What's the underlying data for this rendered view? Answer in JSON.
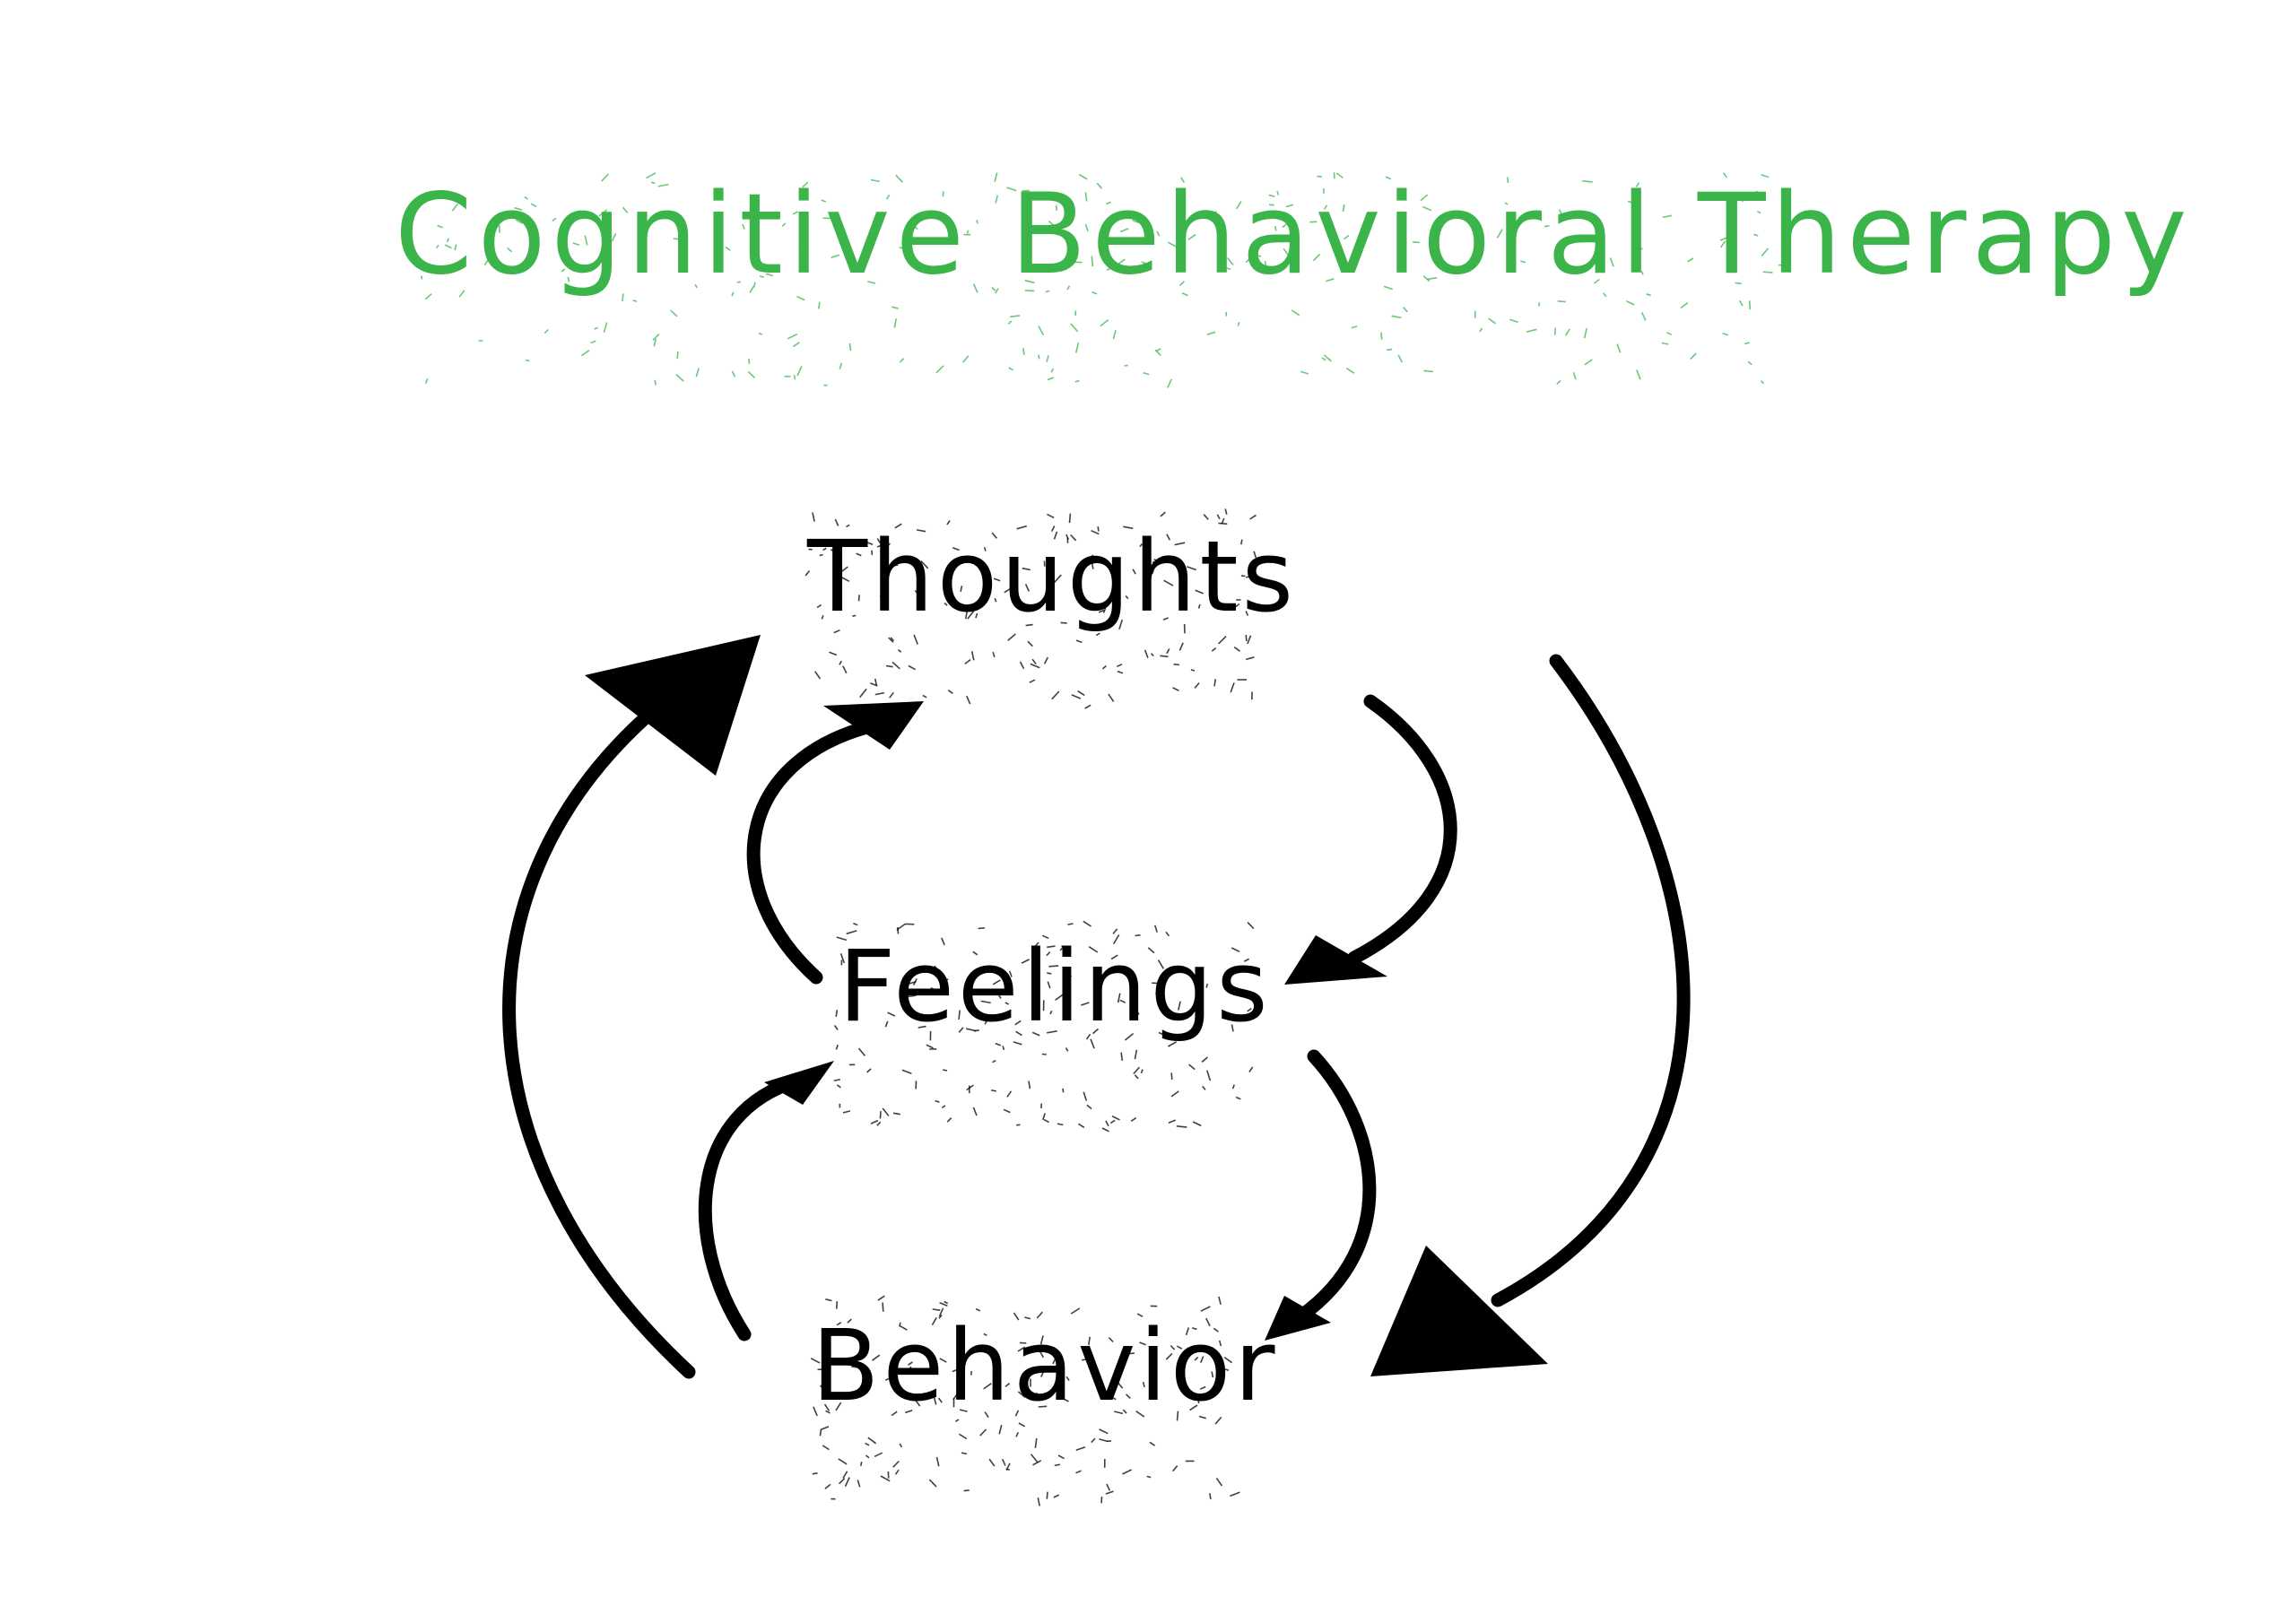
{
  "title": "Cognitive Behavioral Therapy",
  "nodes": {
    "thoughts": "Thoughts",
    "feelings": "Feelings",
    "behavior": "Behavior"
  },
  "colors": {
    "title": "#3bb54a",
    "ink": "#000000",
    "background": "#ffffff"
  }
}
